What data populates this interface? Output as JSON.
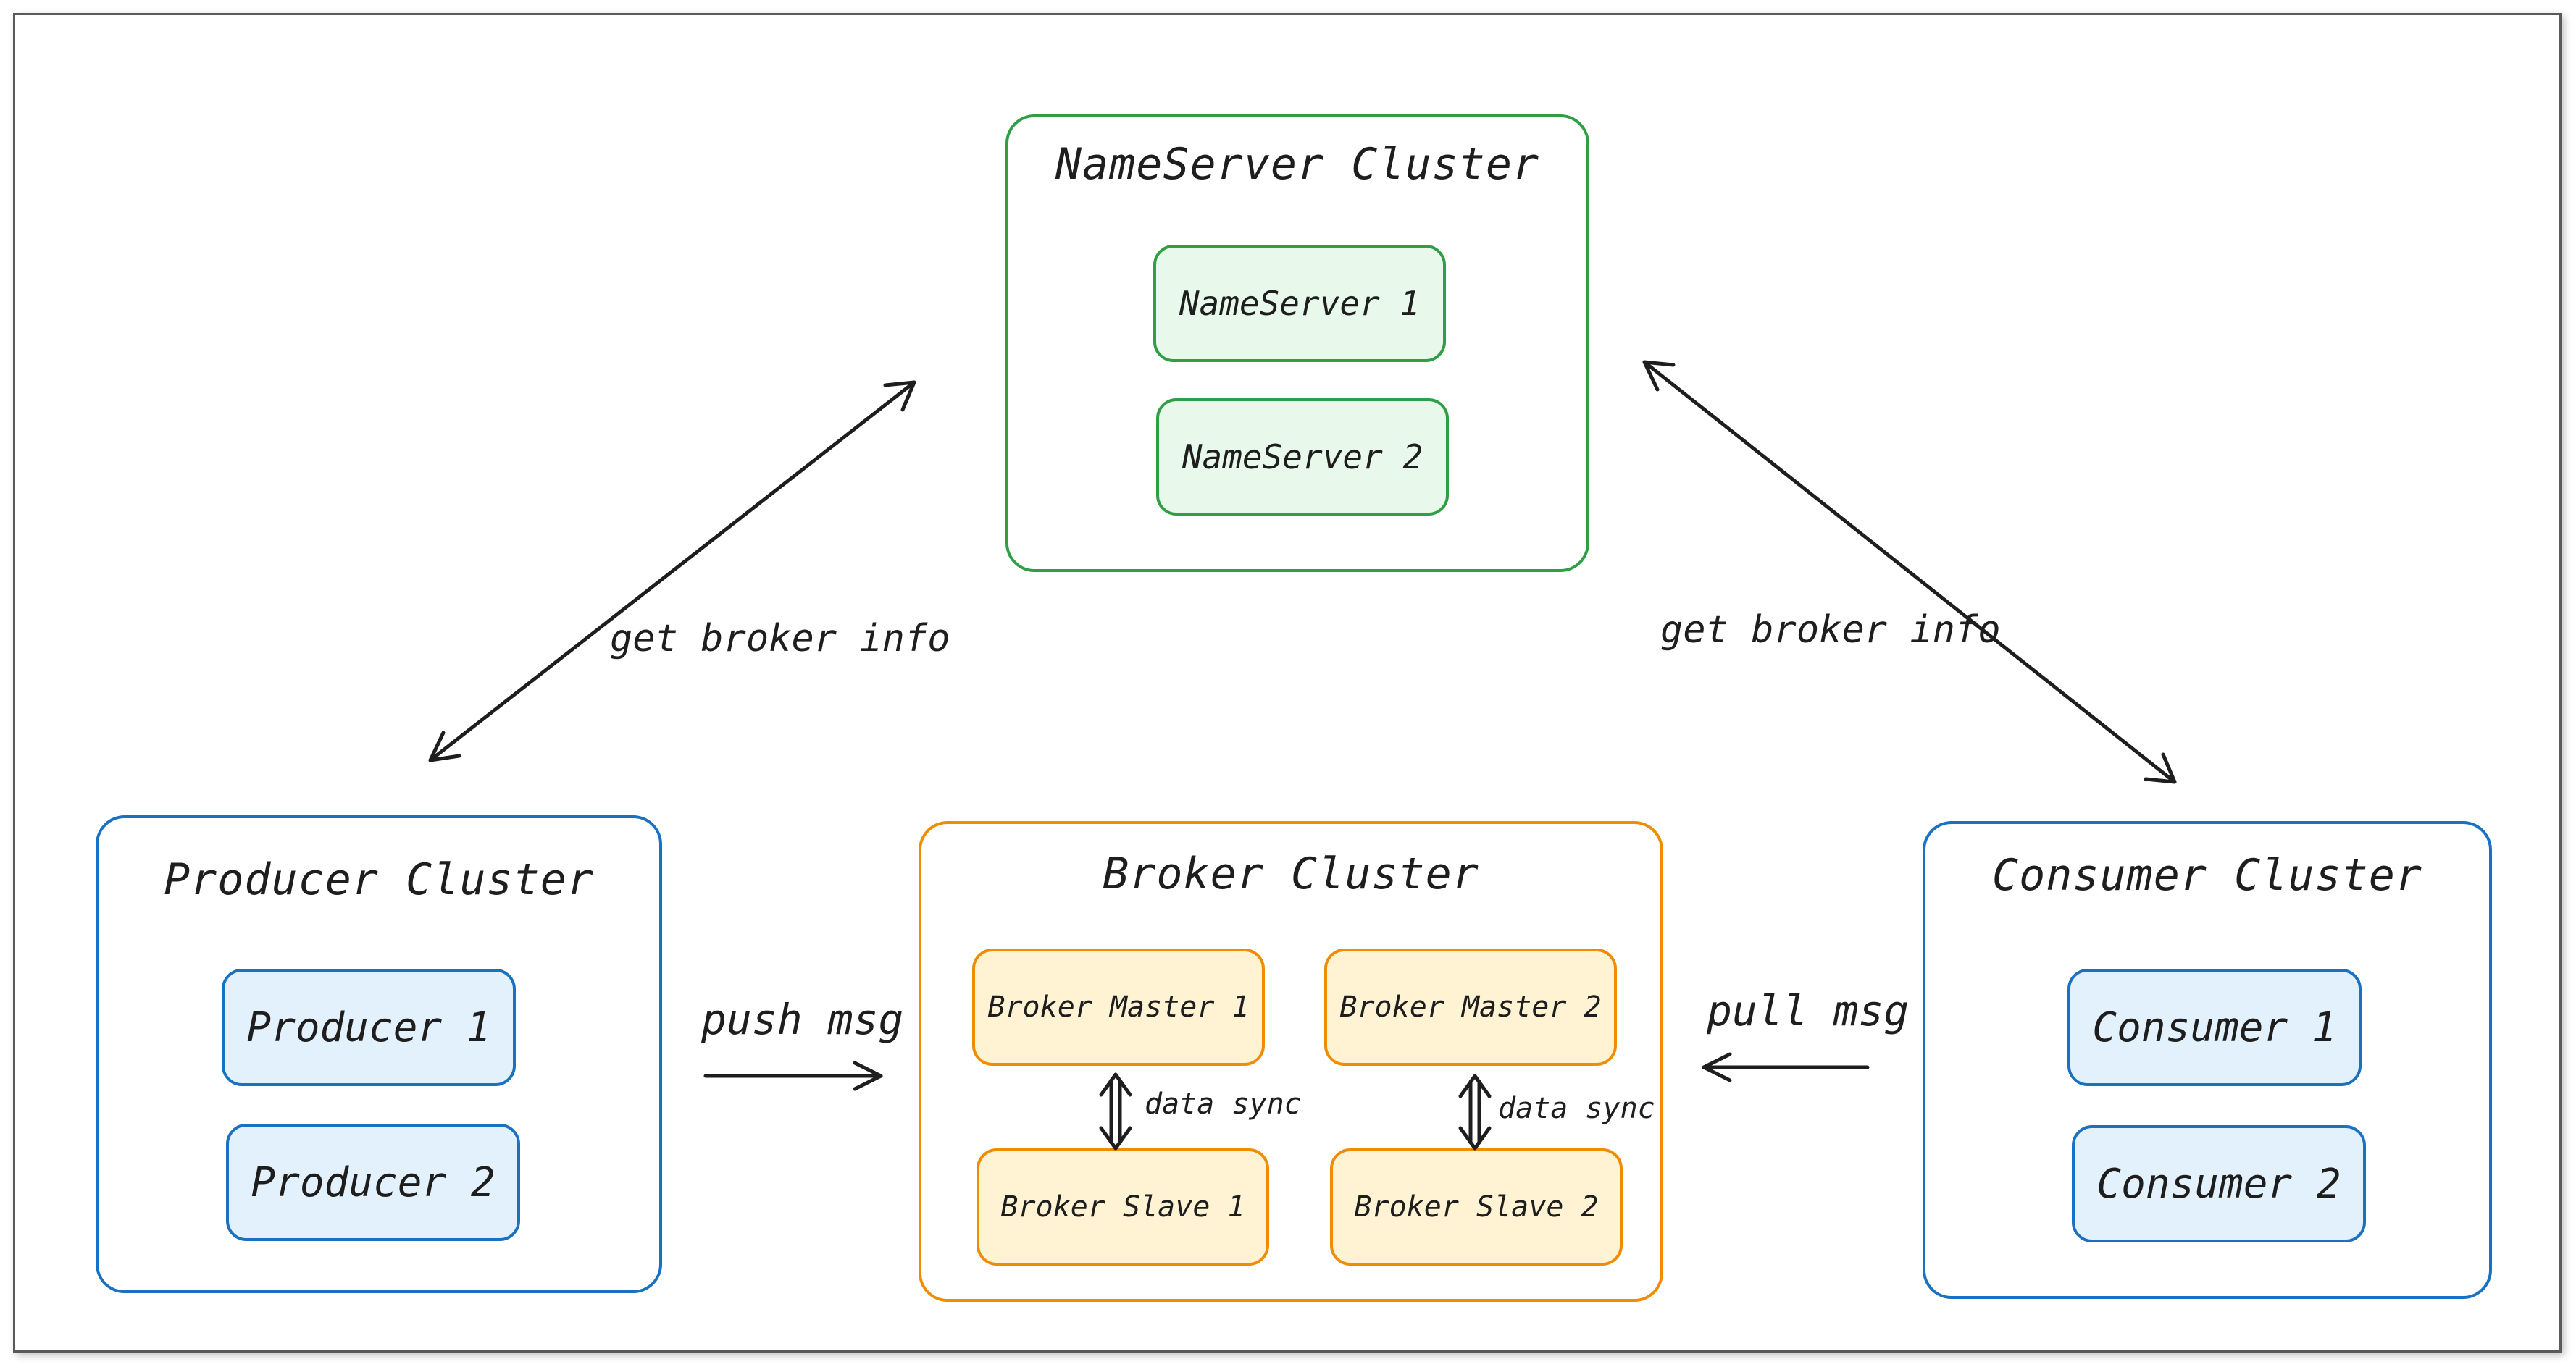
{
  "nameserver_cluster": {
    "title": "NameServer Cluster",
    "nodes": [
      "NameServer 1",
      "NameServer 2"
    ]
  },
  "producer_cluster": {
    "title": "Producer Cluster",
    "nodes": [
      "Producer 1",
      "Producer 2"
    ]
  },
  "broker_cluster": {
    "title": "Broker Cluster",
    "master_1": "Broker Master 1",
    "master_2": "Broker Master 2",
    "slave_1": "Broker Slave 1",
    "slave_2": "Broker Slave 2",
    "sync_label_1": "data sync",
    "sync_label_2": "data sync"
  },
  "consumer_cluster": {
    "title": "Consumer Cluster",
    "nodes": [
      "Consumer 1",
      "Consumer 2"
    ]
  },
  "edges": {
    "producer_to_nameserver": "get broker info",
    "consumer_to_nameserver": "get broker info",
    "producer_to_broker": "push msg",
    "consumer_to_broker": "pull msg"
  },
  "colors": {
    "nameserver": "#2f9e44",
    "producer": "#1971c2",
    "broker": "#f08c00",
    "consumer": "#1971c2"
  }
}
